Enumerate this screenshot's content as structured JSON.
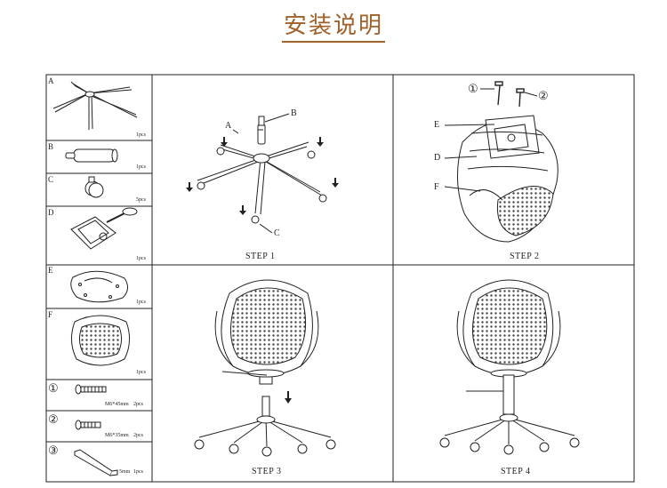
{
  "title": "安装说明",
  "parts": [
    {
      "letter": "A",
      "qty": "1pcs"
    },
    {
      "letter": "B",
      "qty": "1pcs"
    },
    {
      "letter": "C",
      "qty": "5pcs"
    },
    {
      "letter": "D",
      "qty": "1pcs"
    },
    {
      "letter": "E",
      "qty": "1pcs"
    },
    {
      "letter": "F",
      "qty": "1pcs"
    },
    {
      "letter": "①",
      "size": "M6*45mm",
      "qty": "2pcs"
    },
    {
      "letter": "②",
      "size": "M6*35mm",
      "qty": "2pcs"
    },
    {
      "letter": "③",
      "size": "5mm",
      "qty": "1pcs"
    }
  ],
  "steps": [
    "STEP 1",
    "STEP 2",
    "STEP 3",
    "STEP 4"
  ],
  "callouts": {
    "step1": [
      "A",
      "B",
      "C"
    ],
    "step2": [
      "①",
      "②",
      "E",
      "D",
      "F"
    ]
  }
}
